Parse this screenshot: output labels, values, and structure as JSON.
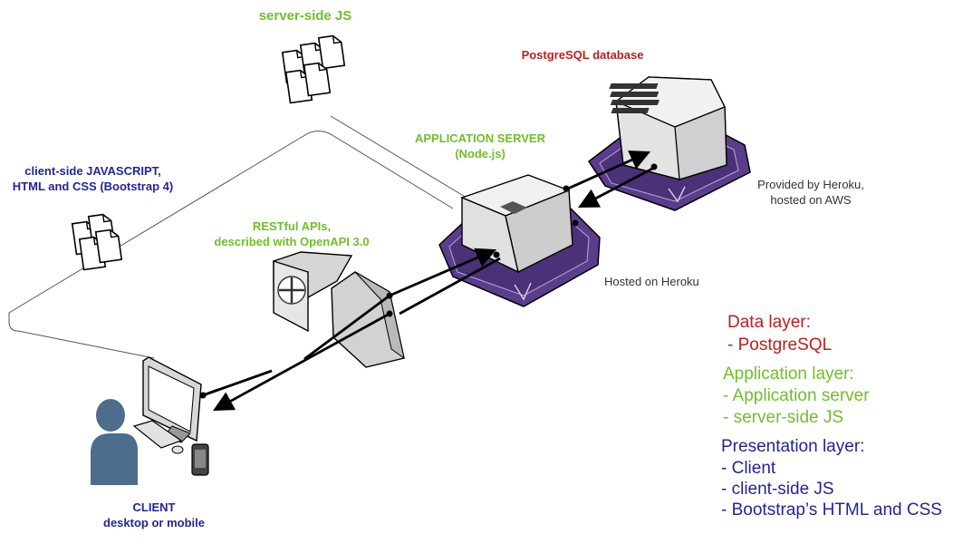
{
  "colors": {
    "data_red": "#c01c1c",
    "app_green": "#6fbf2a",
    "presentation_blue": "#24249b",
    "platform_purple": "#5a3e8c",
    "box_gray": "#dedede",
    "text_dark": "#333333"
  },
  "labels": {
    "server_side_js": "server-side JS",
    "postgres_db": "PostgreSQL database",
    "app_server_line1": "APPLICATION SERVER",
    "app_server_line2": "(Node.js)",
    "client_side_line1": "client-side JAVASCRIPT,",
    "client_side_line2": "HTML and CSS (Bootstrap 4)",
    "restful_line1": "RESTful APIs,",
    "restful_line2": "described with OpenAPI 3.0",
    "provided_line1": "Provided by Heroku,",
    "provided_line2": "hosted on AWS",
    "hosted_heroku": "Hosted on Heroku",
    "client_line1": "CLIENT",
    "client_line2": "desktop or mobile"
  },
  "legend": {
    "data_title": "Data layer:",
    "data_items": [
      "- PostgreSQL"
    ],
    "app_title": "Application layer:",
    "app_items": [
      "- Application server",
      "- server-side JS"
    ],
    "pres_title": "Presentation layer:",
    "pres_items": [
      "- Client",
      "- client-side JS",
      "- Bootstrap’s HTML and CSS"
    ]
  },
  "icons": [
    "document-stack-icon",
    "database-server-icon",
    "application-server-icon",
    "firewall-icon",
    "desktop-computer-icon",
    "user-icon",
    "mobile-phone-icon"
  ]
}
